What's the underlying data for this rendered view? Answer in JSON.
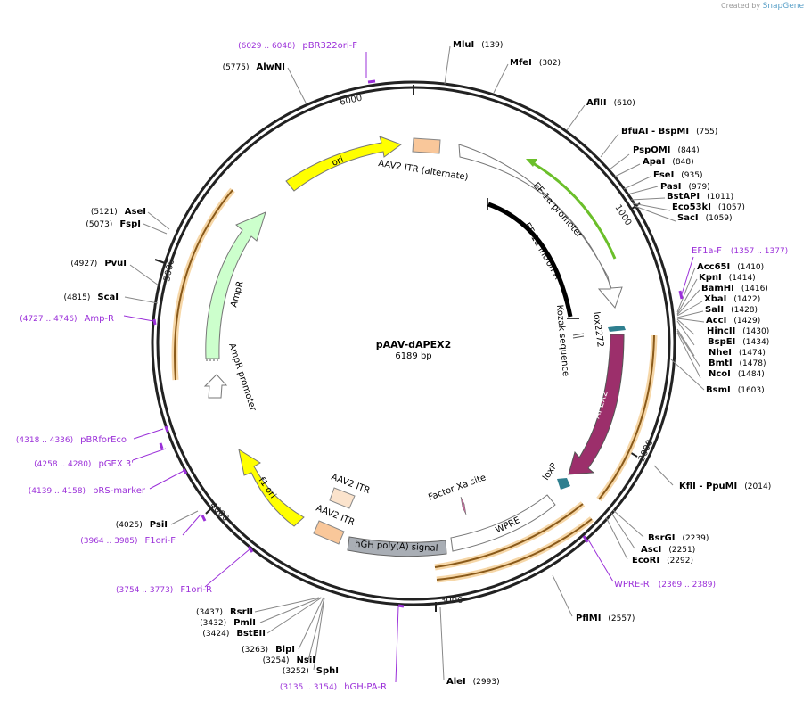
{
  "credit": {
    "prefix": "Created by",
    "brand": "SnapGene"
  },
  "plasmid": {
    "name": "pAAV-dAPEX2",
    "length_label": "6189 bp",
    "length": 6189
  },
  "colors": {
    "backbone": "#222222",
    "primer": "#9b30d9",
    "site_line": "#888888",
    "ori": "#ffff00",
    "itr": "#f9c79a",
    "ef1a": "#ffffff",
    "green_arrow": "#6bbf2a",
    "ampr": "#ccffcc",
    "apex2": "#9c2f6b",
    "lox": "#2e7f8f",
    "polyA": "#a9aeb5",
    "orange_arrow": "#e8a040"
  },
  "ticks": [
    "1000",
    "2000",
    "3000",
    "4000",
    "5000",
    "6000"
  ],
  "sites": [
    {
      "name": "MluI",
      "pos": "(139)"
    },
    {
      "name": "MfeI",
      "pos": "(302)"
    },
    {
      "name": "AflII",
      "pos": "(610)"
    },
    {
      "name": "BfuAI - BspMI",
      "pos": "(755)"
    },
    {
      "name": "PspOMI",
      "pos": "(844)"
    },
    {
      "name": "ApaI",
      "pos": "(848)"
    },
    {
      "name": "FseI",
      "pos": "(935)"
    },
    {
      "name": "PasI",
      "pos": "(979)"
    },
    {
      "name": "BstAPI",
      "pos": "(1011)"
    },
    {
      "name": "Eco53kI",
      "pos": "(1057)"
    },
    {
      "name": "SacI",
      "pos": "(1059)"
    },
    {
      "name": "Acc65I",
      "pos": "(1410)"
    },
    {
      "name": "KpnI",
      "pos": "(1414)"
    },
    {
      "name": "BamHI",
      "pos": "(1416)"
    },
    {
      "name": "XbaI",
      "pos": "(1422)"
    },
    {
      "name": "SalI",
      "pos": "(1428)"
    },
    {
      "name": "AccI",
      "pos": "(1429)"
    },
    {
      "name": "HincII",
      "pos": "(1430)"
    },
    {
      "name": "BspEI",
      "pos": "(1434)"
    },
    {
      "name": "NheI",
      "pos": "(1474)"
    },
    {
      "name": "BmtI",
      "pos": "(1478)"
    },
    {
      "name": "NcoI",
      "pos": "(1484)"
    },
    {
      "name": "BsmI",
      "pos": "(1603)"
    },
    {
      "name": "KflI - PpuMI",
      "pos": "(2014)"
    },
    {
      "name": "BsrGI",
      "pos": "(2239)"
    },
    {
      "name": "AscI",
      "pos": "(2251)"
    },
    {
      "name": "EcoRI",
      "pos": "(2292)"
    },
    {
      "name": "PflMI",
      "pos": "(2557)"
    },
    {
      "name": "AleI",
      "pos": "(2993)"
    },
    {
      "name": "SphI",
      "pos": "(3252)"
    },
    {
      "name": "NsiI",
      "pos": "(3254)"
    },
    {
      "name": "BlpI",
      "pos": "(3263)"
    },
    {
      "name": "BstEII",
      "pos": "(3424)"
    },
    {
      "name": "PmlI",
      "pos": "(3432)"
    },
    {
      "name": "RsrII",
      "pos": "(3437)"
    },
    {
      "name": "PsiI",
      "pos": "(4025)"
    },
    {
      "name": "ScaI",
      "pos": "(4815)"
    },
    {
      "name": "PvuI",
      "pos": "(4927)"
    },
    {
      "name": "FspI",
      "pos": "(5073)"
    },
    {
      "name": "AseI",
      "pos": "(5121)"
    },
    {
      "name": "AlwNI",
      "pos": "(5775)"
    }
  ],
  "primers": [
    {
      "name": "pBR322ori-F",
      "range": "(6029 .. 6048)"
    },
    {
      "name": "EF1a-F",
      "range": "(1357 .. 1377)"
    },
    {
      "name": "WPRE-R",
      "range": "(2369 .. 2389)"
    },
    {
      "name": "hGH-PA-R",
      "range": "(3135 .. 3154)"
    },
    {
      "name": "F1ori-R",
      "range": "(3754 .. 3773)"
    },
    {
      "name": "F1ori-F",
      "range": "(3964 .. 3985)"
    },
    {
      "name": "pRS-marker",
      "range": "(4139 .. 4158)"
    },
    {
      "name": "pGEX 3'",
      "range": "(4258 .. 4280)"
    },
    {
      "name": "pBRforEco",
      "range": "(4318 .. 4336)"
    },
    {
      "name": "Amp-R",
      "range": "(4727 .. 4746)"
    }
  ],
  "features": {
    "ori": "ori",
    "itr_alt": "AAV2 ITR (alternate)",
    "ef1a_promoter": "EF-1α promoter",
    "ef1a_intron": "EF-1α intron A",
    "kozak": "Kozak sequence",
    "lox2272": "lox2272",
    "apex2": "APEX2",
    "loxp": "loxP",
    "factor_xa": "Factor Xa site",
    "wpre": "WPRE",
    "hgh_polya": "hGH poly(A) signal",
    "itr1": "AAV2 ITR",
    "itr2": "AAV2 ITR",
    "f1ori": "f1 ori",
    "ampr": "AmpR",
    "ampr_promoter": "AmpR promoter"
  }
}
